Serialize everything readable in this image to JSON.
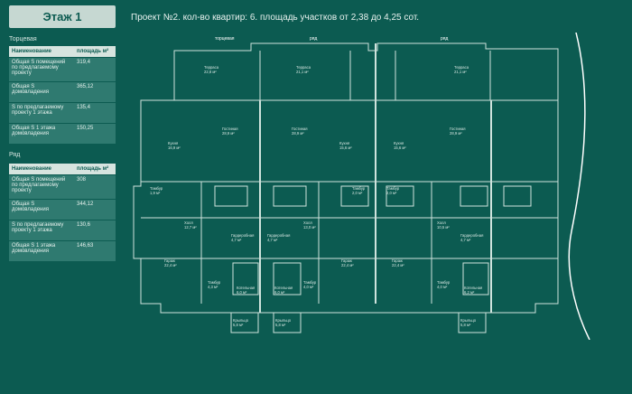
{
  "floor_button": "Этаж 1",
  "header_title": "Проект №2. кол-во квартир: 6. площадь участков от 2,38 до 4,25 сот.",
  "sections": [
    {
      "label": "Торцевая",
      "col_name": "Наименование",
      "col_area": "площадь м²",
      "rows": [
        {
          "name": "Общая S помещений по предлагаемому проекту",
          "value": "319,4"
        },
        {
          "name": "Общая S домовладения",
          "value": "365,12"
        },
        {
          "name": "S по предлагаемому проекту 1 этажа",
          "value": "135,4"
        },
        {
          "name": "Общая S 1 этажа домовладения",
          "value": "150,25"
        }
      ]
    },
    {
      "label": "Ряд",
      "col_name": "Наименование",
      "col_area": "площадь м²",
      "rows": [
        {
          "name": "Общая S помещений по предлагаемому проекту",
          "value": "308"
        },
        {
          "name": "Общая S домовладения",
          "value": "344,12"
        },
        {
          "name": "S по предлагаемому проекту 1 этажа",
          "value": "130,6"
        },
        {
          "name": "Общая S 1 этажа домовладения",
          "value": "146,63"
        }
      ]
    }
  ],
  "plan": {
    "unit_labels": [
      "торцевая",
      "ряд",
      "ряд"
    ],
    "rooms": [
      {
        "name": "Терраса",
        "area": "22,8 м²"
      },
      {
        "name": "Терраса",
        "area": "21,1 м²"
      },
      {
        "name": "Терраса",
        "area": "21,1 м²"
      },
      {
        "name": "Гостиная",
        "area": "28,9 м²"
      },
      {
        "name": "Гостиная",
        "area": "28,9 м²"
      },
      {
        "name": "Гостиная",
        "area": "28,9 м²"
      },
      {
        "name": "Кухня",
        "area": "16,9 м²"
      },
      {
        "name": "Кухня",
        "area": "15,6 м²"
      },
      {
        "name": "Кухня",
        "area": "15,6 м²"
      },
      {
        "name": "Тамбур",
        "area": "1,9 м²"
      },
      {
        "name": "Тамбур",
        "area": "2,0 м²"
      },
      {
        "name": "Тамбур",
        "area": "2,0 м²"
      },
      {
        "name": "Холл",
        "area": "12,7 м²"
      },
      {
        "name": "Холл",
        "area": "13,0 м²"
      },
      {
        "name": "Холл",
        "area": "10,5 м²"
      },
      {
        "name": "Гардеробная",
        "area": "4,7 м²"
      },
      {
        "name": "Гардеробная",
        "area": "4,7 м²"
      },
      {
        "name": "Гардеробная",
        "area": "4,7 м²"
      },
      {
        "name": "Гараж",
        "area": "22,4 м²"
      },
      {
        "name": "Гараж",
        "area": "22,4 м²"
      },
      {
        "name": "Гараж",
        "area": "22,4 м²"
      },
      {
        "name": "Котельная",
        "area": "6,0 м²"
      },
      {
        "name": "Котельная",
        "area": "6,0 м²"
      },
      {
        "name": "Котельная",
        "area": "6,2 м²"
      },
      {
        "name": "Тамбур",
        "area": "4,3 м²"
      },
      {
        "name": "Тамбур",
        "area": "4,0 м²"
      },
      {
        "name": "Тамбур",
        "area": "4,0 м²"
      },
      {
        "name": "Крыльцо",
        "area": "5,8 м²"
      },
      {
        "name": "Крыльцо",
        "area": "5,8 м²"
      },
      {
        "name": "Крыльцо",
        "area": "5,8 м²"
      }
    ]
  },
  "colors": {
    "background": "#0c5b51",
    "button": "#c6d8d2",
    "table_header": "#d7e4df",
    "table_row": "#2f7a70"
  }
}
